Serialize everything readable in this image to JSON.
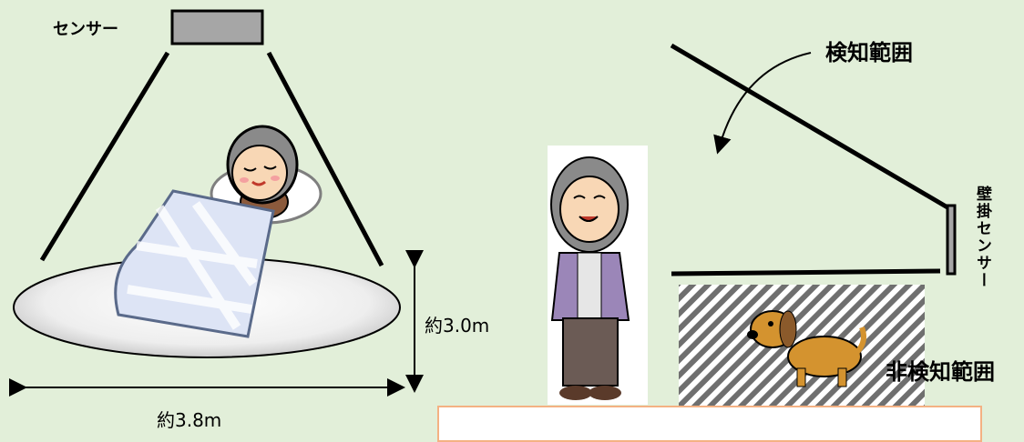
{
  "labels": {
    "ceiling_sensor": "センサー",
    "width_dim": "約3.8m",
    "depth_dim": "約3.0m",
    "detection_range": "検知範囲",
    "wall_sensor": "壁掛センサー",
    "non_detection_range": "非検知範囲"
  },
  "colors": {
    "background": "#e2efd9",
    "sensor_fill": "#a6a6a6",
    "floor_fill": "#e0e0e0",
    "note_border": "#f4b183"
  },
  "icons": {
    "sleeping_person": "elderly-person-in-bed",
    "standing_person": "elderly-woman-standing",
    "dog": "dachshund-dog"
  }
}
